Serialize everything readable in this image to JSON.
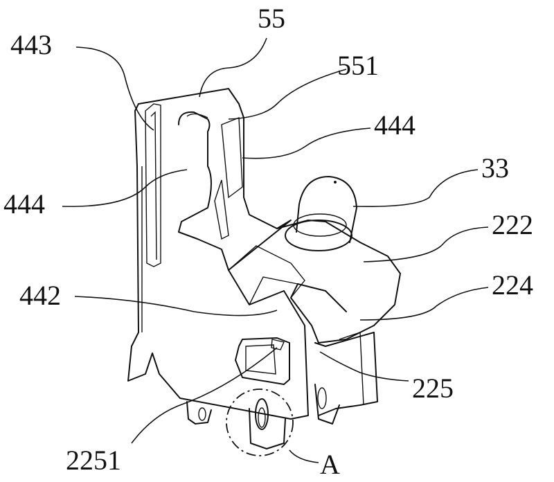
{
  "figure": {
    "labels": {
      "l55": "55",
      "l443": "443",
      "l551": "551",
      "l444_right": "444",
      "l444_left": "444",
      "l33": "33",
      "l222": "222",
      "l224": "224",
      "l442": "442",
      "l225": "225",
      "l2251": "2251",
      "lA": "A"
    }
  }
}
